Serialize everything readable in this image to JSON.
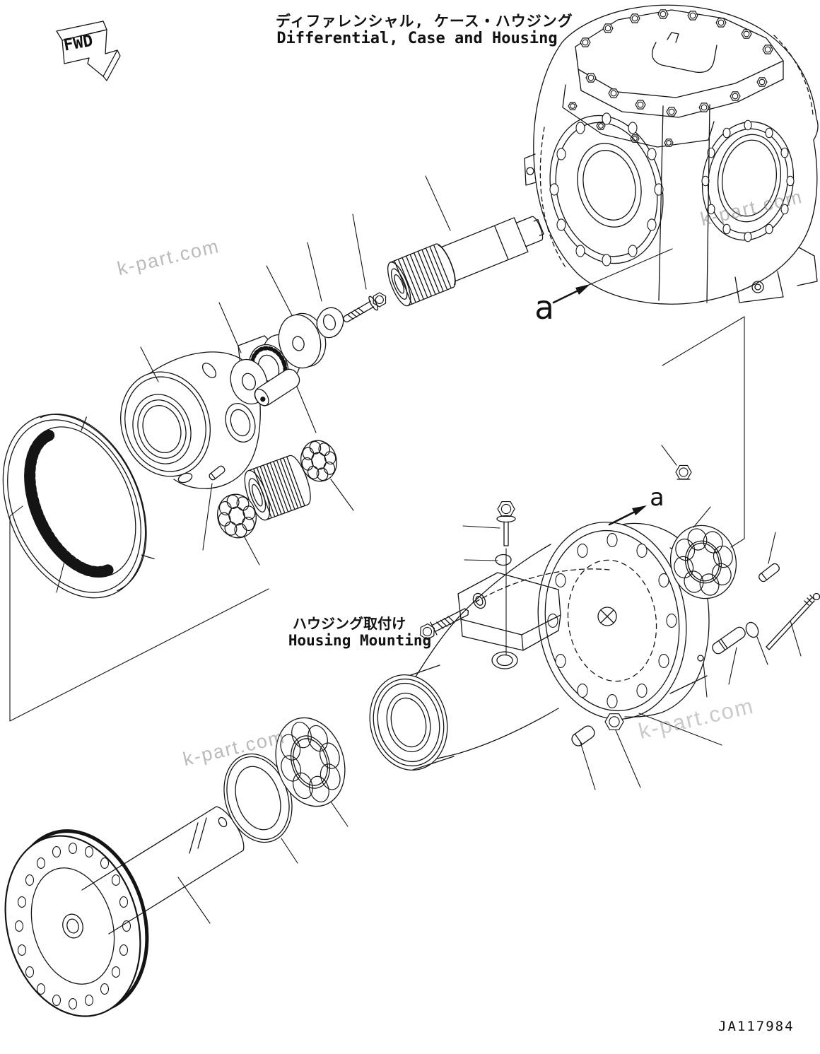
{
  "page": {
    "background_color": "#ffffff",
    "line_color": "#141414",
    "watermark_color": "#8c8c8c"
  },
  "header": {
    "title_ja": "ディファレンシャル, ケース・ハウジング",
    "title_en": "Differential, Case and Housing"
  },
  "labels": {
    "fwd": "FWD",
    "housing_mounting_ja": "ハウジング取付け",
    "housing_mounting_en": "Housing Mounting",
    "view_marker_a1": "a",
    "view_marker_a2": "a",
    "drawing_number": "JA117984",
    "watermark": "k-part.com"
  }
}
